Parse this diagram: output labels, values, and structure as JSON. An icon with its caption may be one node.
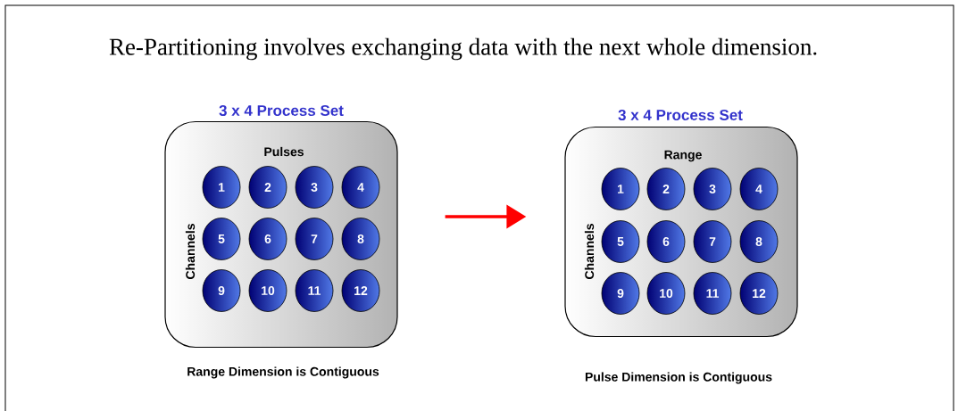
{
  "diagram": {
    "title": "Re-Partitioning involves exchanging data with the next whole dimension.",
    "nodes": [
      {
        "text": [
          "3 x 4 Process Set",
          "Pulses",
          "Channels"
        ],
        "beside": [
          "Range Dimension is Contiguous"
        ]
      },
      {
        "text": [
          "1"
        ],
        "in": 0
      },
      {
        "text": [
          "2"
        ],
        "in": 0
      },
      {
        "text": [
          "3"
        ],
        "in": 0
      },
      {
        "text": [
          "4"
        ],
        "in": 0
      },
      {
        "text": [
          "5"
        ],
        "in": 0
      },
      {
        "text": [
          "6"
        ],
        "in": 0
      },
      {
        "text": [
          "7"
        ],
        "in": 0
      },
      {
        "text": [
          "8"
        ],
        "in": 0
      },
      {
        "text": [
          "9"
        ],
        "in": 0
      },
      {
        "text": [
          "10"
        ],
        "in": 0
      },
      {
        "text": [
          "11"
        ],
        "in": 0
      },
      {
        "text": [
          "12"
        ],
        "in": 0
      },
      {
        "text": [
          "3 x 4 Process Set",
          "Range",
          "Channels"
        ],
        "beside": [
          "Pulse Dimension is Contiguous"
        ]
      },
      {
        "text": [
          "1"
        ],
        "in": 13
      },
      {
        "text": [
          "2"
        ],
        "in": 13
      },
      {
        "text": [
          "3"
        ],
        "in": 13
      },
      {
        "text": [
          "4"
        ],
        "in": 13
      },
      {
        "text": [
          "5"
        ],
        "in": 13
      },
      {
        "text": [
          "6"
        ],
        "in": 13
      },
      {
        "text": [
          "7"
        ],
        "in": 13
      },
      {
        "text": [
          "8"
        ],
        "in": 13
      },
      {
        "text": [
          "9"
        ],
        "in": 13
      },
      {
        "text": [
          "10"
        ],
        "in": 13
      },
      {
        "text": [
          "11"
        ],
        "in": 13
      },
      {
        "text": [
          "12"
        ],
        "in": 13
      }
    ],
    "edges": [
      {
        "from": 0,
        "to": 13,
        "arrow": "to",
        "color": "#ff0000"
      }
    ]
  }
}
